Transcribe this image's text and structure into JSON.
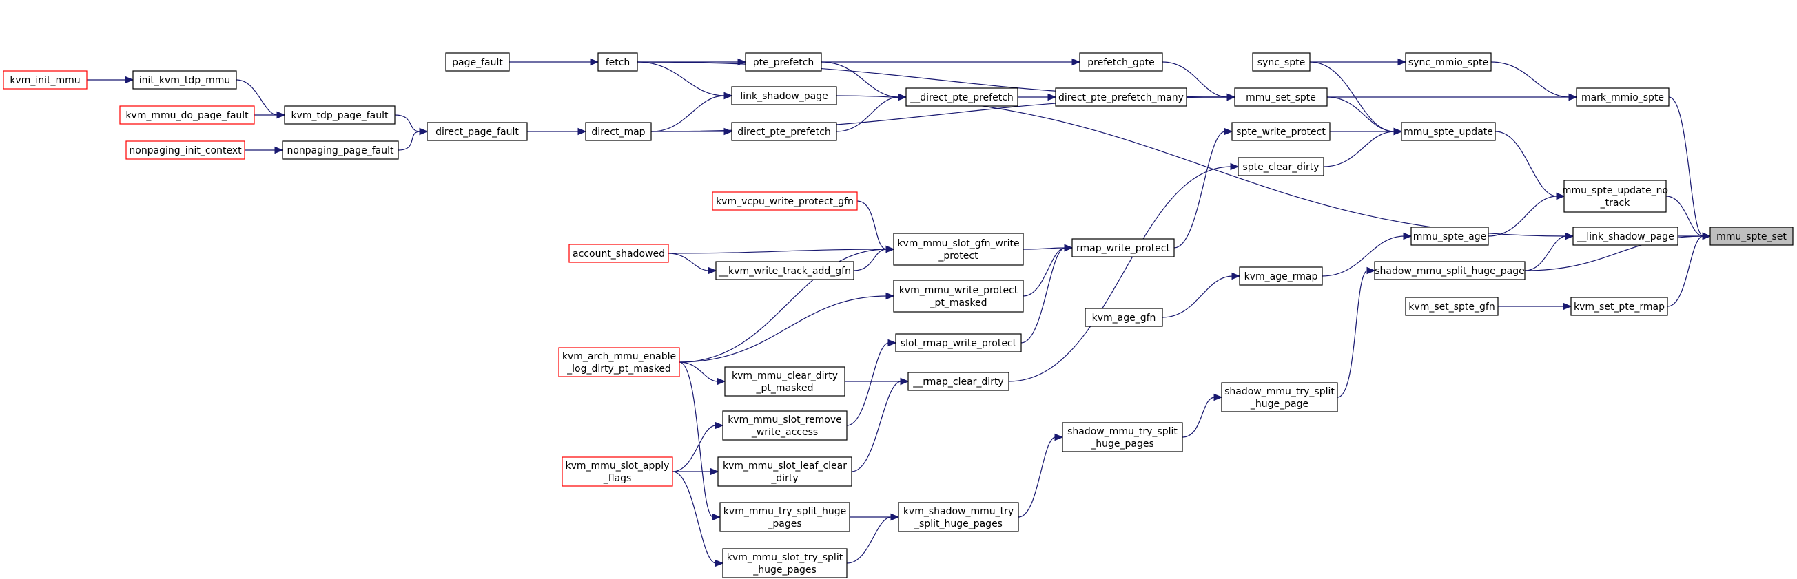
{
  "colors": {
    "edge": "#191970",
    "red_border": "#ff0000",
    "root_fill": "#bfbfbf"
  },
  "nodes": {
    "kvm_init_mmu": {
      "lines": [
        "kvm_init_mmu"
      ],
      "red": true
    },
    "init_kvm_tdp_mmu": {
      "lines": [
        "init_kvm_tdp_mmu"
      ]
    },
    "kvm_mmu_do_page_fault": {
      "lines": [
        "kvm_mmu_do_page_fault"
      ],
      "red": true
    },
    "kvm_tdp_page_fault": {
      "lines": [
        "kvm_tdp_page_fault"
      ]
    },
    "nonpaging_init_context": {
      "lines": [
        "nonpaging_init_context"
      ],
      "red": true
    },
    "nonpaging_page_fault": {
      "lines": [
        "nonpaging_page_fault"
      ]
    },
    "direct_page_fault": {
      "lines": [
        "direct_page_fault"
      ]
    },
    "page_fault": {
      "lines": [
        "page_fault"
      ]
    },
    "fetch": {
      "lines": [
        "fetch"
      ]
    },
    "direct_map": {
      "lines": [
        "direct_map"
      ]
    },
    "pte_prefetch": {
      "lines": [
        "pte_prefetch"
      ]
    },
    "link_shadow_page": {
      "lines": [
        "link_shadow_page"
      ]
    },
    "direct_pte_prefetch": {
      "lines": [
        "direct_pte_prefetch"
      ]
    },
    "__direct_pte_prefetch": {
      "lines": [
        "__direct_pte_prefetch"
      ]
    },
    "prefetch_gpte": {
      "lines": [
        "prefetch_gpte"
      ]
    },
    "direct_pte_prefetch_many": {
      "lines": [
        "direct_pte_prefetch_many"
      ]
    },
    "mmu_set_spte": {
      "lines": [
        "mmu_set_spte"
      ]
    },
    "sync_spte": {
      "lines": [
        "sync_spte"
      ]
    },
    "sync_mmio_spte": {
      "lines": [
        "sync_mmio_spte"
      ]
    },
    "mark_mmio_spte": {
      "lines": [
        "mark_mmio_spte"
      ]
    },
    "spte_write_protect": {
      "lines": [
        "spte_write_protect"
      ]
    },
    "spte_clear_dirty": {
      "lines": [
        "spte_clear_dirty"
      ]
    },
    "mmu_spte_update": {
      "lines": [
        "mmu_spte_update"
      ]
    },
    "mmu_spte_update_no_track": {
      "lines": [
        "mmu_spte_update_no",
        "_track"
      ]
    },
    "kvm_vcpu_write_protect_gfn": {
      "lines": [
        "kvm_vcpu_write_protect_gfn"
      ],
      "red": true
    },
    "account_shadowed": {
      "lines": [
        "account_shadowed"
      ],
      "red": true
    },
    "__kvm_write_track_add_gfn": {
      "lines": [
        "__kvm_write_track_add_gfn"
      ]
    },
    "kvm_mmu_slot_gfn_write_protect": {
      "lines": [
        "kvm_mmu_slot_gfn_write",
        "_protect"
      ]
    },
    "rmap_write_protect": {
      "lines": [
        "rmap_write_protect"
      ]
    },
    "kvm_mmu_write_protect_pt_masked": {
      "lines": [
        "kvm_mmu_write_protect",
        "_pt_masked"
      ]
    },
    "kvm_arch_mmu_enable_log_dirty_pt_masked": {
      "lines": [
        "kvm_arch_mmu_enable",
        "_log_dirty_pt_masked"
      ],
      "red": true
    },
    "slot_rmap_write_protect": {
      "lines": [
        "slot_rmap_write_protect"
      ]
    },
    "kvm_mmu_clear_dirty_pt_masked": {
      "lines": [
        "kvm_mmu_clear_dirty",
        "_pt_masked"
      ]
    },
    "__rmap_clear_dirty": {
      "lines": [
        "__rmap_clear_dirty"
      ]
    },
    "kvm_mmu_slot_remove_write_access": {
      "lines": [
        "kvm_mmu_slot_remove",
        "_write_access"
      ]
    },
    "kvm_mmu_slot_apply_flags": {
      "lines": [
        "kvm_mmu_slot_apply",
        "_flags"
      ],
      "red": true
    },
    "kvm_mmu_slot_leaf_clear_dirty": {
      "lines": [
        "kvm_mmu_slot_leaf_clear",
        "_dirty"
      ]
    },
    "kvm_mmu_try_split_huge_pages": {
      "lines": [
        "kvm_mmu_try_split_huge",
        "_pages"
      ]
    },
    "kvm_shadow_mmu_try_split_huge_pages": {
      "lines": [
        "kvm_shadow_mmu_try",
        "_split_huge_pages"
      ]
    },
    "kvm_mmu_slot_try_split_huge_pages": {
      "lines": [
        "kvm_mmu_slot_try_split",
        "_huge_pages"
      ]
    },
    "shadow_mmu_try_split_huge_pages": {
      "lines": [
        "shadow_mmu_try_split",
        "_huge_pages"
      ]
    },
    "shadow_mmu_try_split_huge_page": {
      "lines": [
        "shadow_mmu_try_split",
        "_huge_page"
      ]
    },
    "kvm_age_gfn": {
      "lines": [
        "kvm_age_gfn"
      ]
    },
    "kvm_age_rmap": {
      "lines": [
        "kvm_age_rmap"
      ]
    },
    "mmu_spte_age": {
      "lines": [
        "mmu_spte_age"
      ]
    },
    "__link_shadow_page": {
      "lines": [
        "__link_shadow_page"
      ]
    },
    "shadow_mmu_split_huge_page": {
      "lines": [
        "shadow_mmu_split_huge_page"
      ]
    },
    "kvm_set_spte_gfn": {
      "lines": [
        "kvm_set_spte_gfn"
      ]
    },
    "kvm_set_pte_rmap": {
      "lines": [
        "kvm_set_pte_rmap"
      ]
    },
    "mmu_spte_set": {
      "lines": [
        "mmu_spte_set"
      ],
      "root": true
    }
  },
  "edges": [
    [
      "kvm_init_mmu",
      "init_kvm_tdp_mmu"
    ],
    [
      "init_kvm_tdp_mmu",
      "kvm_tdp_page_fault"
    ],
    [
      "kvm_mmu_do_page_fault",
      "kvm_tdp_page_fault"
    ],
    [
      "kvm_tdp_page_fault",
      "direct_page_fault"
    ],
    [
      "nonpaging_init_context",
      "nonpaging_page_fault"
    ],
    [
      "nonpaging_page_fault",
      "direct_page_fault"
    ],
    [
      "direct_page_fault",
      "direct_map"
    ],
    [
      "page_fault",
      "fetch"
    ],
    [
      "fetch",
      "pte_prefetch"
    ],
    [
      "fetch",
      "link_shadow_page"
    ],
    [
      "fetch",
      "mmu_set_spte"
    ],
    [
      "direct_map",
      "link_shadow_page"
    ],
    [
      "direct_map",
      "direct_pte_prefetch"
    ],
    [
      "direct_map",
      "mmu_set_spte"
    ],
    [
      "pte_prefetch",
      "prefetch_gpte"
    ],
    [
      "pte_prefetch",
      "__direct_pte_prefetch"
    ],
    [
      "direct_pte_prefetch",
      "__direct_pte_prefetch"
    ],
    [
      "__direct_pte_prefetch",
      "direct_pte_prefetch_many"
    ],
    [
      "prefetch_gpte",
      "mmu_set_spte"
    ],
    [
      "direct_pte_prefetch_many",
      "mmu_set_spte"
    ],
    [
      "link_shadow_page",
      "__link_shadow_page"
    ],
    [
      "sync_spte",
      "sync_mmio_spte"
    ],
    [
      "sync_spte",
      "mmu_spte_update"
    ],
    [
      "sync_mmio_spte",
      "mark_mmio_spte"
    ],
    [
      "mmu_set_spte",
      "mark_mmio_spte"
    ],
    [
      "mmu_set_spte",
      "mmu_spte_update"
    ],
    [
      "spte_write_protect",
      "mmu_spte_update"
    ],
    [
      "spte_clear_dirty",
      "mmu_spte_update"
    ],
    [
      "mmu_spte_update",
      "mmu_spte_update_no_track"
    ],
    [
      "kvm_vcpu_write_protect_gfn",
      "kvm_mmu_slot_gfn_write_protect"
    ],
    [
      "account_shadowed",
      "kvm_mmu_slot_gfn_write_protect"
    ],
    [
      "account_shadowed",
      "__kvm_write_track_add_gfn"
    ],
    [
      "__kvm_write_track_add_gfn",
      "kvm_mmu_slot_gfn_write_protect"
    ],
    [
      "kvm_arch_mmu_enable_log_dirty_pt_masked",
      "kvm_mmu_slot_gfn_write_protect"
    ],
    [
      "kvm_mmu_slot_gfn_write_protect",
      "rmap_write_protect"
    ],
    [
      "kvm_mmu_write_protect_pt_masked",
      "rmap_write_protect"
    ],
    [
      "slot_rmap_write_protect",
      "rmap_write_protect"
    ],
    [
      "rmap_write_protect",
      "spte_write_protect"
    ],
    [
      "kvm_arch_mmu_enable_log_dirty_pt_masked",
      "kvm_mmu_write_protect_pt_masked"
    ],
    [
      "kvm_arch_mmu_enable_log_dirty_pt_masked",
      "kvm_mmu_clear_dirty_pt_masked"
    ],
    [
      "kvm_arch_mmu_enable_log_dirty_pt_masked",
      "kvm_mmu_try_split_huge_pages"
    ],
    [
      "kvm_mmu_clear_dirty_pt_masked",
      "__rmap_clear_dirty"
    ],
    [
      "kvm_mmu_slot_remove_write_access",
      "slot_rmap_write_protect"
    ],
    [
      "kvm_mmu_slot_leaf_clear_dirty",
      "__rmap_clear_dirty"
    ],
    [
      "__rmap_clear_dirty",
      "spte_clear_dirty"
    ],
    [
      "kvm_mmu_slot_apply_flags",
      "kvm_mmu_slot_remove_write_access"
    ],
    [
      "kvm_mmu_slot_apply_flags",
      "kvm_mmu_slot_leaf_clear_dirty"
    ],
    [
      "kvm_mmu_slot_apply_flags",
      "kvm_mmu_slot_try_split_huge_pages"
    ],
    [
      "kvm_mmu_try_split_huge_pages",
      "kvm_shadow_mmu_try_split_huge_pages"
    ],
    [
      "kvm_mmu_slot_try_split_huge_pages",
      "kvm_shadow_mmu_try_split_huge_pages"
    ],
    [
      "kvm_shadow_mmu_try_split_huge_pages",
      "shadow_mmu_try_split_huge_pages"
    ],
    [
      "shadow_mmu_try_split_huge_pages",
      "shadow_mmu_try_split_huge_page"
    ],
    [
      "shadow_mmu_try_split_huge_page",
      "shadow_mmu_split_huge_page"
    ],
    [
      "kvm_age_gfn",
      "kvm_age_rmap"
    ],
    [
      "kvm_age_rmap",
      "mmu_spte_age"
    ],
    [
      "mmu_spte_age",
      "mmu_spte_update_no_track"
    ],
    [
      "shadow_mmu_split_huge_page",
      "__link_shadow_page"
    ],
    [
      "kvm_set_spte_gfn",
      "kvm_set_pte_rmap"
    ],
    [
      "mark_mmio_spte",
      "mmu_spte_set"
    ],
    [
      "mmu_spte_update_no_track",
      "mmu_spte_set"
    ],
    [
      "__link_shadow_page",
      "mmu_spte_set"
    ],
    [
      "shadow_mmu_split_huge_page",
      "mmu_spte_set"
    ],
    [
      "kvm_set_pte_rmap",
      "mmu_spte_set"
    ]
  ]
}
